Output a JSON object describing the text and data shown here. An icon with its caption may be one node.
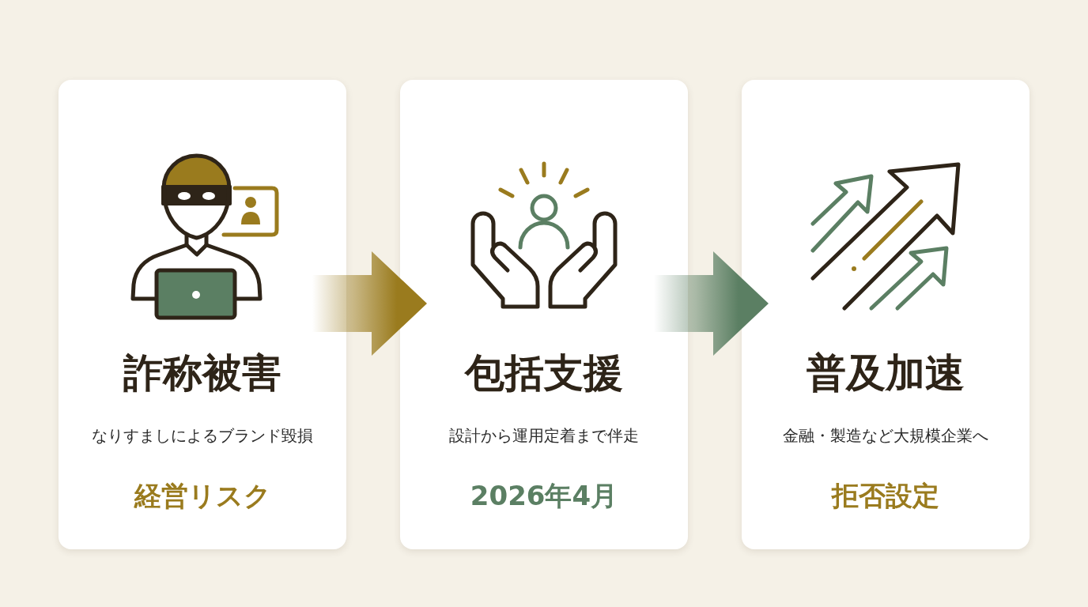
{
  "diagram": {
    "nodes": [
      {
        "text": [
          "詐称被害",
          "なりすましによるブランド毀損",
          "経営リスク"
        ]
      },
      {
        "text": [
          "包括支援",
          "設計から運用定着まで伴走",
          "2026年4月"
        ]
      },
      {
        "text": [
          "普及加速",
          "金融・製造など大規模企業へ",
          "拒否設定"
        ]
      }
    ],
    "edges": [
      {
        "from": 0,
        "to": 1,
        "arrow": "to",
        "color": "#9a7b1e"
      },
      {
        "from": 1,
        "to": 2,
        "arrow": "to",
        "color": "#5b7f63"
      }
    ]
  }
}
